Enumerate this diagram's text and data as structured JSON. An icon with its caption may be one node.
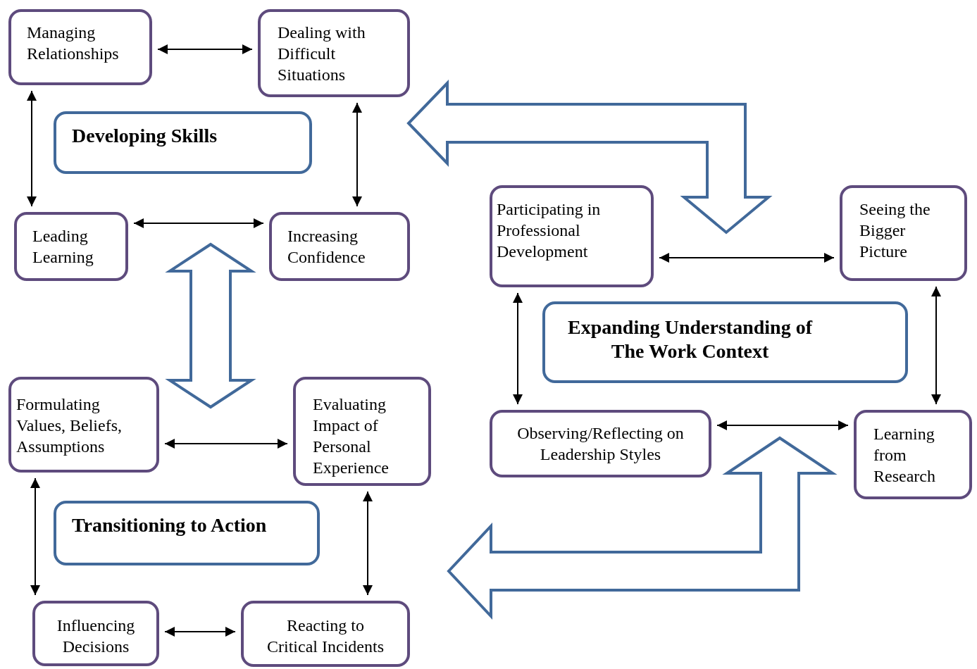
{
  "diagram": {
    "nodes": [
      {
        "text": [
          "Managing Relationships"
        ]
      },
      {
        "text": [
          "Dealing with Difficult Situations"
        ]
      },
      {
        "text": [
          "Developing Skills"
        ]
      },
      {
        "text": [
          "Leading Learning"
        ]
      },
      {
        "text": [
          "Increasing Confidence"
        ]
      },
      {
        "text": [
          "Participating in Professional Development"
        ]
      },
      {
        "text": [
          "Seeing the Bigger Picture"
        ]
      },
      {
        "text": [
          "Expanding Understanding of The Work Context"
        ]
      },
      {
        "text": [
          "Observing/Reflecting on Leadership Styles"
        ]
      },
      {
        "text": [
          "Learning from Research"
        ]
      },
      {
        "text": [
          "Formulating Values, Beliefs, Assumptions"
        ]
      },
      {
        "text": [
          "Evaluating Impact of Personal Experience"
        ]
      },
      {
        "text": [
          "Transitioning to Action"
        ]
      },
      {
        "text": [
          "Influencing Decisions"
        ]
      },
      {
        "text": [
          "Reacting to Critical Incidents"
        ]
      }
    ],
    "edges": [
      {
        "from": 0,
        "to": 1,
        "arrow": "both"
      },
      {
        "from": 0,
        "to": 3,
        "arrow": "both"
      },
      {
        "from": 1,
        "to": 4,
        "arrow": "both"
      },
      {
        "from": 3,
        "to": 4,
        "arrow": "both"
      },
      {
        "from": 5,
        "to": 6,
        "arrow": "both"
      },
      {
        "from": 5,
        "to": 8,
        "arrow": "both"
      },
      {
        "from": 6,
        "to": 9,
        "arrow": "both"
      },
      {
        "from": 8,
        "to": 9,
        "arrow": "both"
      },
      {
        "from": 10,
        "to": 11,
        "arrow": "both"
      },
      {
        "from": 10,
        "to": 13,
        "arrow": "both"
      },
      {
        "from": 11,
        "to": 14,
        "arrow": "both"
      },
      {
        "from": 13,
        "to": 14,
        "arrow": "both"
      },
      {
        "from": 2,
        "to": 7,
        "arrow": "both",
        "style": "thick",
        "color": "#41699a"
      },
      {
        "from": 2,
        "to": 12,
        "arrow": "both",
        "style": "thick",
        "color": "#41699a"
      },
      {
        "from": 7,
        "to": 12,
        "arrow": "both",
        "style": "thick",
        "color": "#41699a"
      }
    ]
  }
}
